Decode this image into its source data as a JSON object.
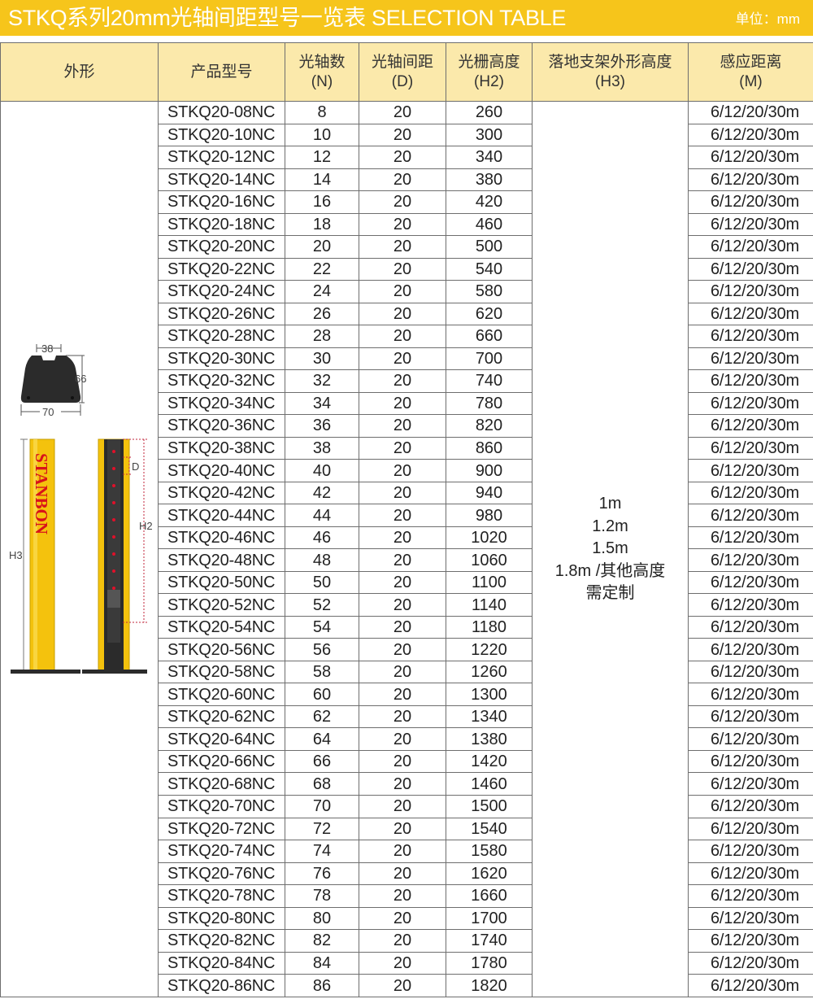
{
  "title": {
    "main": "STKQ系列20mm光轴间距型号一览表    SELECTION TABLE",
    "unit": "单位：mm"
  },
  "headers": {
    "shape": "外形",
    "model": "产品型号",
    "axes": "光轴数\n(N)",
    "spacing": "光轴间距\n(D)",
    "height": "光栅高度\n(H2)",
    "stand": "落地支架外形高度\n(H3)",
    "range": "感应距离\n(M)"
  },
  "diagram": {
    "top_width": "38",
    "depth": "66",
    "base_width": "70",
    "brand": "STANBON",
    "d_label": "D",
    "h2_label": "H2",
    "h3_label": "H3",
    "colors": {
      "housing": "#f4c20d",
      "brand_text": "#d8121a",
      "body": "#2b2b2b",
      "beam_dot": "#e0102a"
    }
  },
  "stand_heights": [
    "1m",
    "1.2m",
    "1.5m",
    "1.8m /其他高度",
    "需定制"
  ],
  "rows": [
    {
      "model": "STKQ20-08NC",
      "axes": "8",
      "spacing": "20",
      "height": "260",
      "range": "6/12/20/30m"
    },
    {
      "model": "STKQ20-10NC",
      "axes": "10",
      "spacing": "20",
      "height": "300",
      "range": "6/12/20/30m"
    },
    {
      "model": "STKQ20-12NC",
      "axes": "12",
      "spacing": "20",
      "height": "340",
      "range": "6/12/20/30m"
    },
    {
      "model": "STKQ20-14NC",
      "axes": "14",
      "spacing": "20",
      "height": "380",
      "range": "6/12/20/30m"
    },
    {
      "model": "STKQ20-16NC",
      "axes": "16",
      "spacing": "20",
      "height": "420",
      "range": "6/12/20/30m"
    },
    {
      "model": "STKQ20-18NC",
      "axes": "18",
      "spacing": "20",
      "height": "460",
      "range": "6/12/20/30m"
    },
    {
      "model": "STKQ20-20NC",
      "axes": "20",
      "spacing": "20",
      "height": "500",
      "range": "6/12/20/30m"
    },
    {
      "model": "STKQ20-22NC",
      "axes": "22",
      "spacing": "20",
      "height": "540",
      "range": "6/12/20/30m"
    },
    {
      "model": "STKQ20-24NC",
      "axes": "24",
      "spacing": "20",
      "height": "580",
      "range": "6/12/20/30m"
    },
    {
      "model": "STKQ20-26NC",
      "axes": "26",
      "spacing": "20",
      "height": "620",
      "range": "6/12/20/30m"
    },
    {
      "model": "STKQ20-28NC",
      "axes": "28",
      "spacing": "20",
      "height": "660",
      "range": "6/12/20/30m"
    },
    {
      "model": "STKQ20-30NC",
      "axes": "30",
      "spacing": "20",
      "height": "700",
      "range": "6/12/20/30m"
    },
    {
      "model": "STKQ20-32NC",
      "axes": "32",
      "spacing": "20",
      "height": "740",
      "range": "6/12/20/30m"
    },
    {
      "model": "STKQ20-34NC",
      "axes": "34",
      "spacing": "20",
      "height": "780",
      "range": "6/12/20/30m"
    },
    {
      "model": "STKQ20-36NC",
      "axes": "36",
      "spacing": "20",
      "height": "820",
      "range": "6/12/20/30m"
    },
    {
      "model": "STKQ20-38NC",
      "axes": "38",
      "spacing": "20",
      "height": "860",
      "range": "6/12/20/30m"
    },
    {
      "model": "STKQ20-40NC",
      "axes": "40",
      "spacing": "20",
      "height": "900",
      "range": "6/12/20/30m"
    },
    {
      "model": "STKQ20-42NC",
      "axes": "42",
      "spacing": "20",
      "height": "940",
      "range": "6/12/20/30m"
    },
    {
      "model": "STKQ20-44NC",
      "axes": "44",
      "spacing": "20",
      "height": "980",
      "range": "6/12/20/30m"
    },
    {
      "model": "STKQ20-46NC",
      "axes": "46",
      "spacing": "20",
      "height": "1020",
      "range": "6/12/20/30m"
    },
    {
      "model": "STKQ20-48NC",
      "axes": "48",
      "spacing": "20",
      "height": "1060",
      "range": "6/12/20/30m"
    },
    {
      "model": "STKQ20-50NC",
      "axes": "50",
      "spacing": "20",
      "height": "1100",
      "range": "6/12/20/30m"
    },
    {
      "model": "STKQ20-52NC",
      "axes": "52",
      "spacing": "20",
      "height": "1140",
      "range": "6/12/20/30m"
    },
    {
      "model": "STKQ20-54NC",
      "axes": "54",
      "spacing": "20",
      "height": "1180",
      "range": "6/12/20/30m"
    },
    {
      "model": "STKQ20-56NC",
      "axes": "56",
      "spacing": "20",
      "height": "1220",
      "range": "6/12/20/30m"
    },
    {
      "model": "STKQ20-58NC",
      "axes": "58",
      "spacing": "20",
      "height": "1260",
      "range": "6/12/20/30m"
    },
    {
      "model": "STKQ20-60NC",
      "axes": "60",
      "spacing": "20",
      "height": "1300",
      "range": "6/12/20/30m"
    },
    {
      "model": "STKQ20-62NC",
      "axes": "62",
      "spacing": "20",
      "height": "1340",
      "range": "6/12/20/30m"
    },
    {
      "model": "STKQ20-64NC",
      "axes": "64",
      "spacing": "20",
      "height": "1380",
      "range": "6/12/20/30m"
    },
    {
      "model": "STKQ20-66NC",
      "axes": "66",
      "spacing": "20",
      "height": "1420",
      "range": "6/12/20/30m"
    },
    {
      "model": "STKQ20-68NC",
      "axes": "68",
      "spacing": "20",
      "height": "1460",
      "range": "6/12/20/30m"
    },
    {
      "model": "STKQ20-70NC",
      "axes": "70",
      "spacing": "20",
      "height": "1500",
      "range": "6/12/20/30m"
    },
    {
      "model": "STKQ20-72NC",
      "axes": "72",
      "spacing": "20",
      "height": "1540",
      "range": "6/12/20/30m"
    },
    {
      "model": "STKQ20-74NC",
      "axes": "74",
      "spacing": "20",
      "height": "1580",
      "range": "6/12/20/30m"
    },
    {
      "model": "STKQ20-76NC",
      "axes": "76",
      "spacing": "20",
      "height": "1620",
      "range": "6/12/20/30m"
    },
    {
      "model": "STKQ20-78NC",
      "axes": "78",
      "spacing": "20",
      "height": "1660",
      "range": "6/12/20/30m"
    },
    {
      "model": "STKQ20-80NC",
      "axes": "80",
      "spacing": "20",
      "height": "1700",
      "range": "6/12/20/30m"
    },
    {
      "model": "STKQ20-82NC",
      "axes": "82",
      "spacing": "20",
      "height": "1740",
      "range": "6/12/20/30m"
    },
    {
      "model": "STKQ20-84NC",
      "axes": "84",
      "spacing": "20",
      "height": "1780",
      "range": "6/12/20/30m"
    },
    {
      "model": "STKQ20-86NC",
      "axes": "86",
      "spacing": "20",
      "height": "1820",
      "range": "6/12/20/30m"
    }
  ]
}
